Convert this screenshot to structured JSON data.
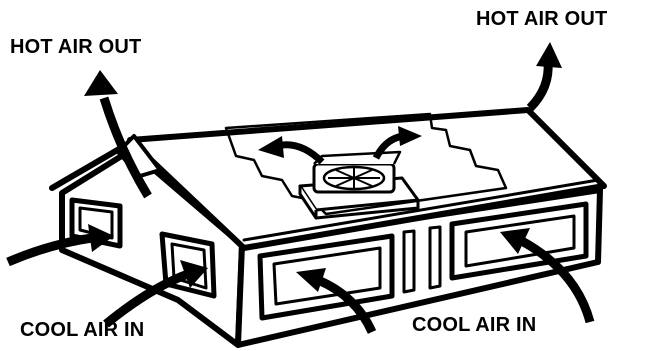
{
  "labels": {
    "hot_air_out_left": "HOT AIR OUT",
    "hot_air_out_right": "HOT AIR OUT",
    "cool_air_in_left": "COOL AIR IN",
    "cool_air_in_right": "COOL AIR IN"
  },
  "colors": {
    "line": "#000000",
    "background": "#ffffff"
  }
}
